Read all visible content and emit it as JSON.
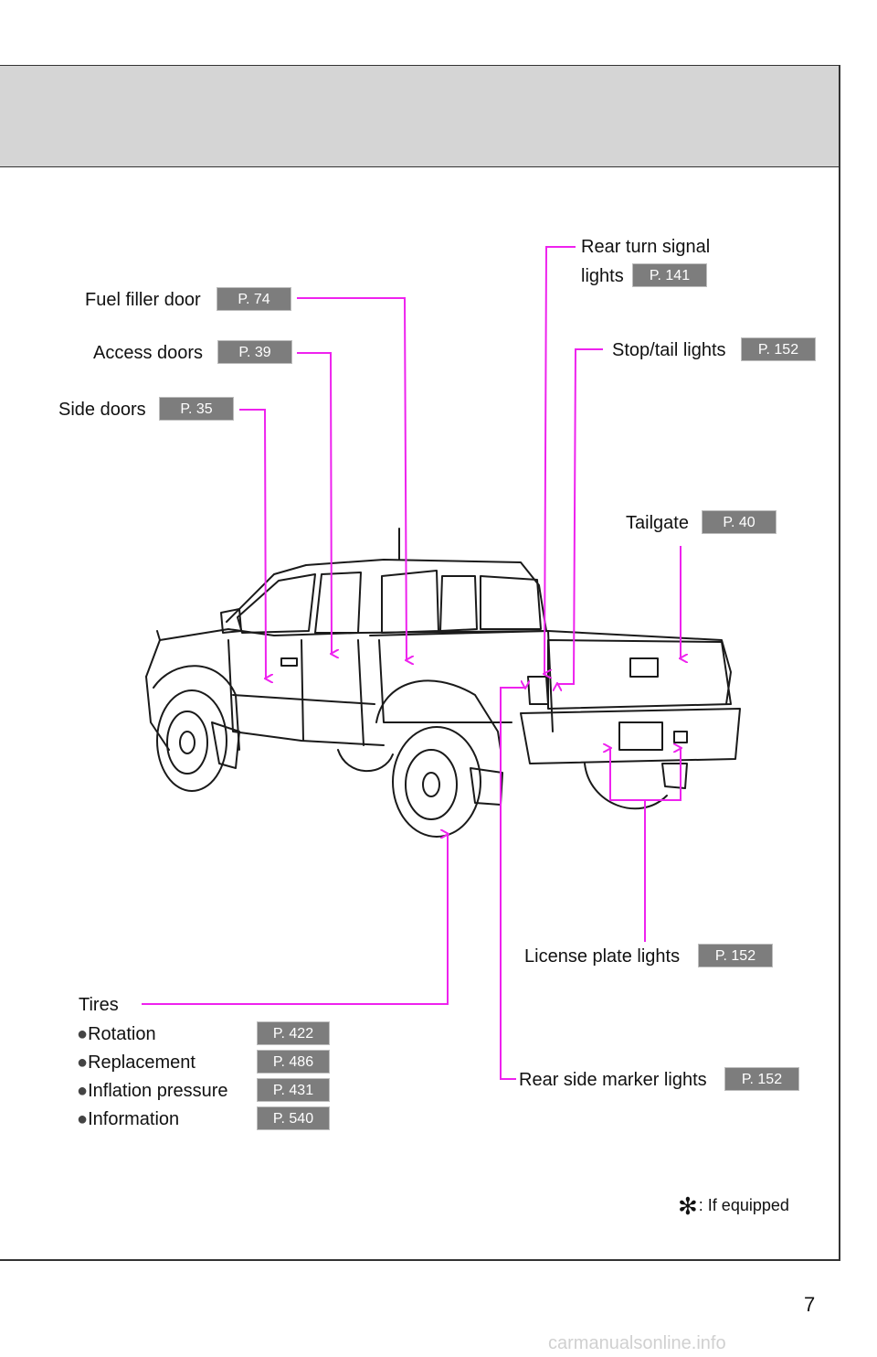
{
  "page": {
    "number": "7",
    "watermark": "carmanualsonline.info"
  },
  "callouts": [
    {
      "id": "rear-turn-signal",
      "label_line1": "Rear turn signal",
      "label_line2": "lights",
      "page": "P. 141"
    },
    {
      "id": "fuel-filler-door",
      "label": "Fuel filler door",
      "page": "P. 74"
    },
    {
      "id": "access-doors",
      "label": "Access doors",
      "page": "P. 39"
    },
    {
      "id": "stop-tail-lights",
      "label": "Stop/tail lights",
      "page": "P. 152"
    },
    {
      "id": "side-doors",
      "label": "Side doors",
      "page": "P. 35"
    },
    {
      "id": "tailgate",
      "label": "Tailgate",
      "page": "P. 40"
    },
    {
      "id": "license-plate-lights",
      "label": "License plate lights",
      "page": "P. 152"
    },
    {
      "id": "rear-side-marker-lights",
      "label": "Rear side marker lights",
      "page": "P. 152"
    }
  ],
  "tires": {
    "title": "Tires",
    "bullet": "●",
    "items": [
      {
        "label": "Rotation",
        "page": "P. 422"
      },
      {
        "label": "Replacement",
        "page": "P. 486"
      },
      {
        "label": "Inflation pressure",
        "page": "P. 431"
      },
      {
        "label": "Information",
        "page": "P. 540"
      }
    ]
  },
  "footnote": {
    "symbol": "✻",
    "text": ": If equipped"
  },
  "colors": {
    "leader": "#ee22ee",
    "badge": "#7d7d7d",
    "header_band": "#d5d5d5"
  }
}
